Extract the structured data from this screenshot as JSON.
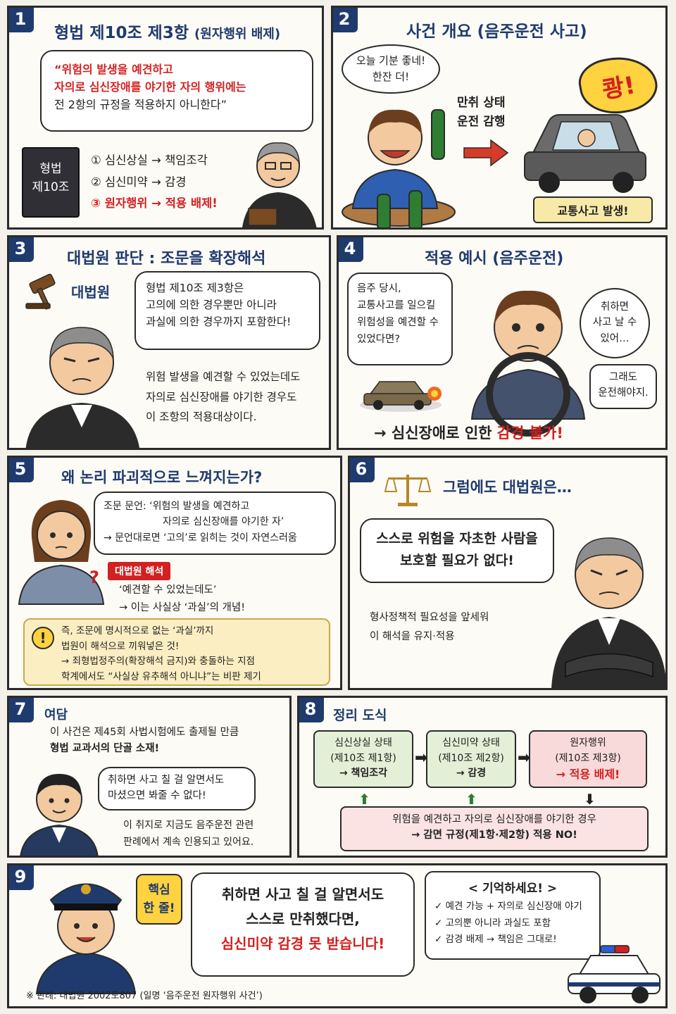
{
  "p1": {
    "num": "1",
    "title": "형법 제10조 제3항",
    "title_sub": "(원자행위 배제)",
    "quote": [
      "“위험의 발생을 예견하고",
      "자의로 심신장애를 야기한 자의 행위에는",
      "전 2항의 규정을 적용하지 아니한다”"
    ],
    "book": [
      "형법",
      "제10조"
    ],
    "items": [
      "① 심신상실 → 책임조각",
      "② 심신미약 → 감경",
      "③ 원자행위 → 적용 배제!"
    ]
  },
  "p2": {
    "num": "2",
    "title": "사건 개요 (음주운전 사고)",
    "speech": [
      "오늘 기분 좋네!",
      "한잔 더!"
    ],
    "state": [
      "만취 상태",
      "운전 감행"
    ],
    "crash": "쾅!",
    "result": "교통사고 발생!"
  },
  "p3": {
    "num": "3",
    "title": "대법원 판단 : 조문을 확장해석",
    "court": "대법원",
    "speech": [
      "형법 제10조 제3항은",
      "고의에 의한 경우뿐만 아니라",
      "과실에 의한 경우까지 포함한다!"
    ],
    "desc": [
      "위험 발생을 예견할 수 있었는데도",
      "자의로 심신장애를 야기한 경우도",
      "이 조항의 적용대상이다."
    ]
  },
  "p4": {
    "num": "4",
    "title": "적용 예시 (음주운전)",
    "thought": [
      "음주 당시,",
      "교통사고를 일으킬",
      "위험성을 예견할 수",
      "있었다면?"
    ],
    "speech1": [
      "취하면",
      "사고 날 수",
      "있어…"
    ],
    "speech2": [
      "그래도",
      "운전해야지."
    ],
    "conclusion_pre": "→ 심신장애로 인한",
    "conclusion_red": "감경 불가!"
  },
  "p5": {
    "num": "5",
    "title": "왜 논리 파괴적으로 느껴지는가?",
    "speech": [
      "조문 문언: ‘위험의 발생을 예견하고",
      "자의로 심신장애를 야기한 자’",
      "→ 문언대로면 ‘고의’로 읽히는 것이 자연스러움"
    ],
    "tag": "대법원 해석",
    "interp": [
      "‘예견할 수 있었는데도’",
      "→ 이는 사실상 ‘과실’의 개념!"
    ],
    "warn": [
      "즉, 조문에 명시적으로 없는 ‘과실’까지",
      "법원이 해석으로 끼워넣은 것!",
      "→ 죄형법정주의(확장해석 금지)와 충돌하는 지점",
      "학계에서도 “사실상 유추해석 아니냐”는 비판 제기"
    ]
  },
  "p6": {
    "num": "6",
    "title": "그럼에도 대법원은…",
    "speech": [
      "스스로 위험을 자초한 사람을",
      "보호할 필요가 없다!"
    ],
    "desc": [
      "형사정책적 필요성을 앞세워",
      "이 해석을 유지·적용"
    ]
  },
  "p7": {
    "num": "7",
    "title": "여담",
    "intro": [
      "이 사건은 제45회 사법시험에도 출제될 만큼",
      "형법 교과서의 단골 소재!"
    ],
    "speech": [
      "취하면 사고 칠 걸 알면서도",
      "마셨으면 봐줄 수 없다!"
    ],
    "desc": [
      "이 취지로 지금도 음주운전 관련",
      "판례에서 계속 인용되고 있어요."
    ]
  },
  "p8": {
    "num": "8",
    "title": "정리 도식",
    "box1": [
      "심신상실 상태",
      "(제10조 제1항)",
      "→ 책임조각"
    ],
    "box2": [
      "심신미약 상태",
      "(제10조 제2항)",
      "→ 감경"
    ],
    "box3": [
      "원자행위",
      "(제10조 제3항)",
      "→ 적용 배제!"
    ],
    "bottom": [
      "위험을 예견하고 자의로 심신장애를 야기한 경우",
      "→ 감면 규정(제1항·제2항) 적용 NO!"
    ]
  },
  "p9": {
    "num": "9",
    "badge": [
      "핵심",
      "한 줄!"
    ],
    "main": [
      "취하면 사고 칠 걸 알면서도",
      "스스로 만취했다면,",
      "심신미약 감경 못 받습니다!"
    ],
    "remember_title": "< 기억하세요! >",
    "remember": [
      "✓ 예견 가능 + 자의로 심신장애 야기",
      "✓ 고의뿐 아니라 과실도 포함",
      "✓ 감경 배제 → 책임은 그대로!"
    ],
    "footnote": "※ 판례: 대법원 2002도807 (일명 ‘음주운전 원자행위 사건’)"
  },
  "colors": {
    "accent": "#1f3b6e",
    "red": "#d32020"
  }
}
